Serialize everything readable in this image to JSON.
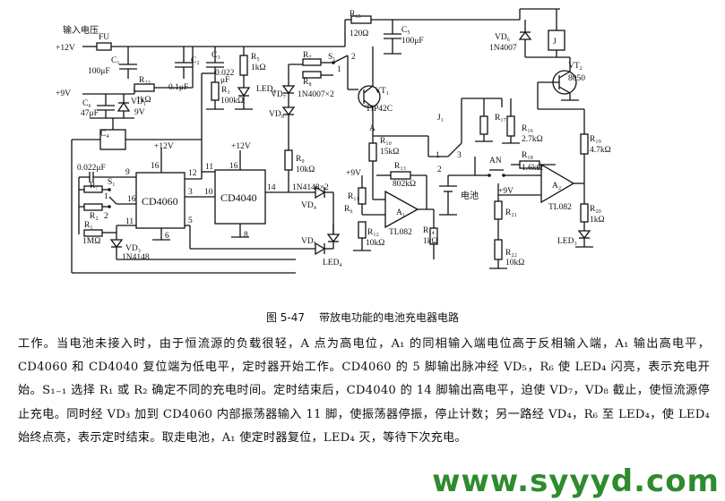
{
  "diagram": {
    "input_power": "输入电压",
    "v12": "+12V",
    "v9": "+9V",
    "fu": "FU",
    "c1": "C₁",
    "c1v": "100μF",
    "c2": "C₂",
    "c2v": "0.1μF",
    "c3": "C₃",
    "c3v": "0.022",
    "c3u": "μF",
    "c4": "C₄",
    "c4v": "0.022μF",
    "c5": "C₅",
    "c5v": "100μF",
    "c6": "C₆",
    "c6v": "47μF",
    "r1": "R₁",
    "r1v": "1MΩ",
    "r2": "R₂",
    "r3": "R₃",
    "r3v": "100kΩ",
    "r4": "R₄",
    "r5": "R₅",
    "r5v": "1kΩ",
    "r6": "R₆",
    "r7": "R₇",
    "r8": "R₈",
    "r9": "R₉",
    "r9v": "10kΩ",
    "r10": "R₁₀",
    "r10v": "15kΩ",
    "r11": "R₁₁",
    "r12": "R₁₂",
    "r12v": "10kΩ",
    "r13": "R₁₃",
    "r13v": "802kΩ",
    "r14": "R₁₄",
    "r14v": "1kΩ",
    "r15": "R₁₅",
    "r15v": "120Ω",
    "r16": "R₁₆",
    "r16v": "2.7kΩ",
    "r17": "R₁₇",
    "r18": "R₁₈",
    "r18v": "1.6kΩ",
    "r19": "R₁₉",
    "r19v": "4.7kΩ",
    "r20": "R₂₀",
    "r20v": "1kΩ",
    "r21": "R₂₁",
    "r22": "R₂₂",
    "r22v": "10kΩ",
    "r23": "R₂₃",
    "r23v": "1kΩ",
    "vd1": "VD₁",
    "vd1v": "9V",
    "vd3": "VD₃",
    "vd3v": "1N4148",
    "vd4": "VD₄",
    "vd5": "VD₅",
    "vd7": "VD₇",
    "vd8": "VD₈",
    "vd78": "1N4007×2",
    "vd45": "1N4148×2",
    "vd6": "VD₆",
    "vd6v": "1N4007",
    "led": "LED₄",
    "led3": "LED₃",
    "led4": "LED₄",
    "s1": "S₁",
    "s1_1": "1",
    "s1_2": "2",
    "vt1": "VT₁",
    "vt1v": "TIP42C",
    "vt2": "VT₂",
    "vt2v": "8050",
    "j1": "J₁",
    "relay": "J",
    "a_point": "A",
    "a1": "A₁",
    "a2": "A₂",
    "tl082": "TL082",
    "an": "AN",
    "battery": "电池",
    "ic1": "CD4060",
    "ic2": "CD4040",
    "p9": "9",
    "p16": "16",
    "p11": "11",
    "p12": "12",
    "p3": "3",
    "p5": "5",
    "p6": "6",
    "q16": "16",
    "q10": "10",
    "q11": "11",
    "q14": "14",
    "q8": "8",
    "k1": "1",
    "k2": "2",
    "k3": "3"
  },
  "caption": {
    "figure_no": "图 5-47",
    "title": "带放电功能的电池充电器电路"
  },
  "body_text": "工作。当电池未接入时，由于恒流源的负载很轻，A 点为高电位，A₁ 的同相输入端电位高于反相输入端，A₁ 输出高电平，CD4060 和 CD4040 复位端为低电平，定时器开始工作。CD4060 的 5 脚输出脉冲经 VD₅，R₆ 使 LED₄ 闪亮，表示充电开始。S₁₋₁ 选择 R₁ 或 R₂ 确定不同的充电时间。定时结束后，CD4040 的 14 脚输出高电平，迫使 VD₇，VD₈ 截止，使恒流源停止充电。同时经 VD₃ 加到 CD4060 内部振荡器输入 11 脚，使振荡器停振，停止计数；另一路经 VD₄，R₆ 至 LED₄，使 LED₄ 始终点亮，表示定时结束。取走电池，A₁ 使定时器复位，LED₄ 灭，等待下次充电。",
  "watermark": "www.syyyd.com"
}
